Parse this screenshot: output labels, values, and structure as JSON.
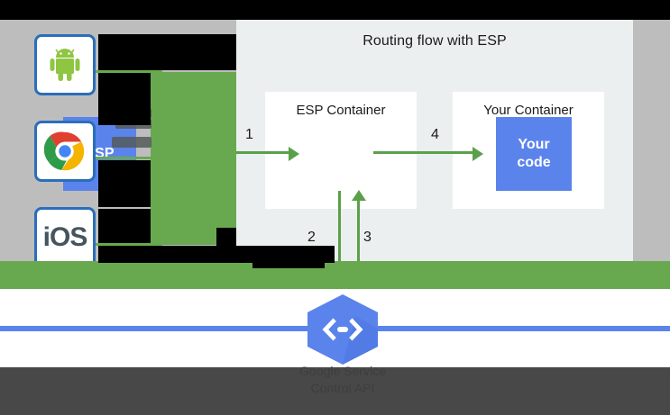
{
  "diagram": {
    "title": "Routing flow with ESP",
    "containers": [
      {
        "label": "ESP Container",
        "node": "ESP"
      },
      {
        "label": "Your Container",
        "node": "Your code"
      }
    ],
    "esp_node_label": "ESP",
    "your_code_label_line1": "Your",
    "your_code_label_line2": "code",
    "arrow_labels": {
      "one": "1",
      "two": "2",
      "three": "3",
      "four": "4"
    }
  },
  "clients": {
    "items": [
      {
        "icon": "android-icon",
        "label": ""
      },
      {
        "icon": "chrome-icon",
        "label": ""
      },
      {
        "icon": "ios-icon",
        "label": "iOS"
      }
    ],
    "ios_text": "iOS"
  },
  "footer": {
    "logo_icon": "google-cloud-endpoints-hexagon-icon",
    "caption_line1": "Google Service",
    "caption_line2": "Control API"
  },
  "colors": {
    "esp_blue": "#5b83ec",
    "arrow_green": "#5aa04a",
    "band_green": "#68a950",
    "panel_gray": "#eceff0",
    "sidebar_gray": "#bdbdbd",
    "occlusion_black": "#000000",
    "bottom_bar": "#3d3d3d",
    "tile_border_blue": "#2a6ebb"
  }
}
